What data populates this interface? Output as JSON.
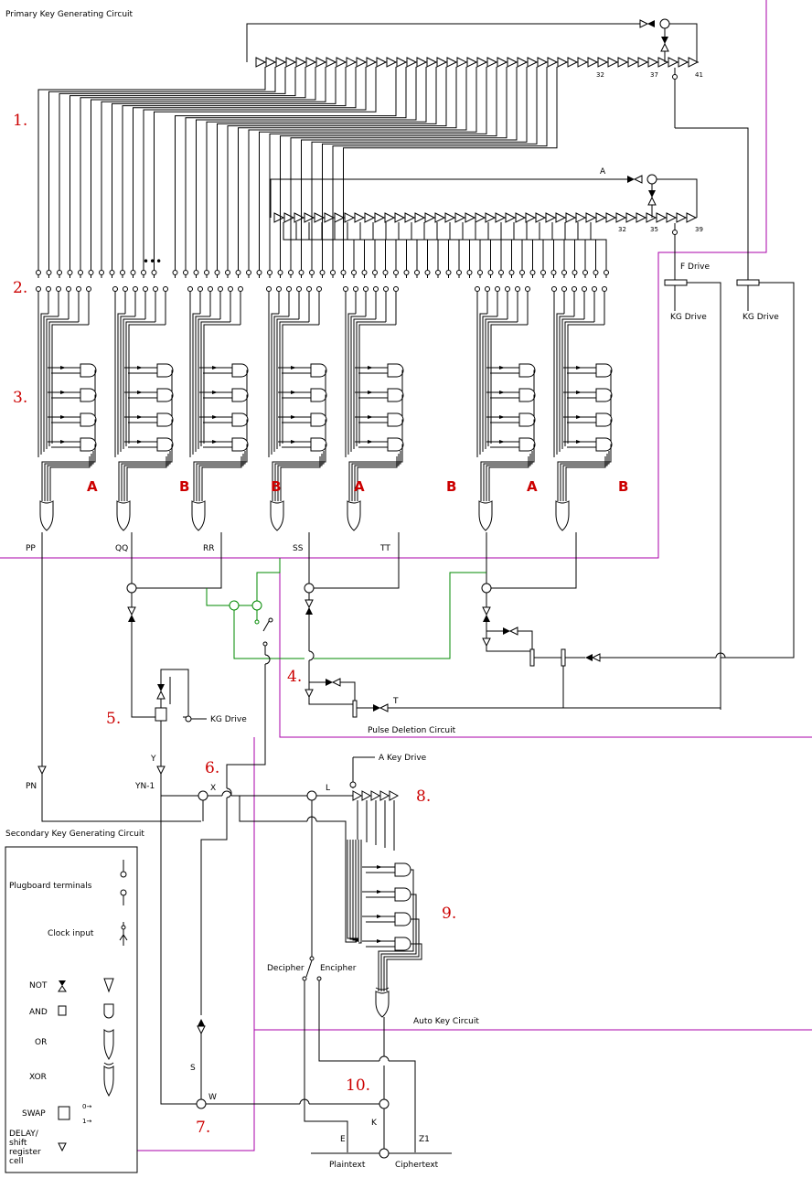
{
  "titles": {
    "primary": "Primary Key Generating Circuit",
    "secondary": "Secondary Key Generating Circuit",
    "pulse_deletion": "Pulse Deletion Circuit",
    "auto_key": "Auto Key Circuit"
  },
  "step_labels": [
    "1.",
    "2.",
    "3.",
    "4.",
    "5.",
    "6.",
    "7.",
    "8.",
    "9.",
    "10."
  ],
  "group_labels": [
    "A",
    "B",
    "B",
    "A",
    "B",
    "A",
    "B"
  ],
  "or_outputs": [
    "PP",
    "QQ",
    "RR",
    "SS",
    "TT"
  ],
  "register_tick_labels": {
    "top": [
      "32",
      "37",
      "41"
    ],
    "second": [
      "32",
      "35",
      "39"
    ]
  },
  "drive_labels": {
    "f_drive": "F Drive",
    "kg_drive_1": "KG Drive",
    "kg_drive_2": "KG Drive",
    "kg_drive_5": "KG Drive",
    "a_key_drive": "A Key Drive"
  },
  "signal_labels": {
    "a": "A",
    "t": "T",
    "y": "Y",
    "yn1": "YN-1",
    "pn": "PN",
    "x": "X",
    "l": "L",
    "s": "S",
    "w": "W",
    "k": "K",
    "e": "E",
    "z1": "Z1"
  },
  "mode_labels": {
    "decipher": "Decipher",
    "encipher": "Encipher"
  },
  "io_labels": {
    "plaintext": "Plaintext",
    "ciphertext": "Ciphertext"
  },
  "ellipsis": "•••",
  "legend": {
    "plugboard": "Plugboard terminals",
    "clock": "Clock input",
    "not": "NOT",
    "and": "AND",
    "or": "OR",
    "xor": "XOR",
    "swap": "SWAP",
    "swap_0": "0→",
    "swap_1": "1→",
    "delay_lines": [
      "DELAY/",
      "shift",
      "register",
      "cell"
    ]
  },
  "colors": {
    "wire": "#000000",
    "region_border": "#aa00aa",
    "green_wire": "#008800",
    "step_numbers": "#cc0000"
  }
}
